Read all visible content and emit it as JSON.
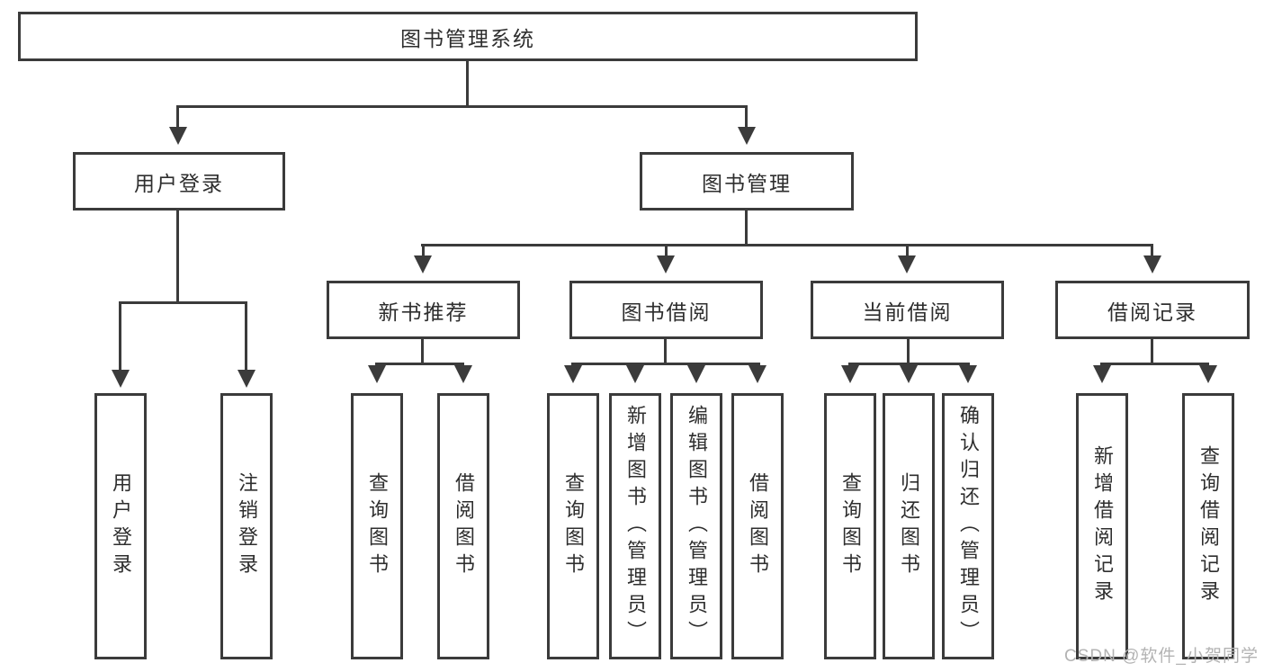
{
  "title": "图书管理系统",
  "level2": [
    {
      "label": "用户登录"
    },
    {
      "label": "图书管理"
    }
  ],
  "level3": [
    {
      "label": "新书推荐"
    },
    {
      "label": "图书借阅"
    },
    {
      "label": "当前借阅"
    },
    {
      "label": "借阅记录"
    }
  ],
  "level4": {
    "group1": [
      {
        "label": "用户登录"
      },
      {
        "label": "注销登录"
      }
    ],
    "group2": [
      {
        "label": "查询图书"
      },
      {
        "label": "借阅图书"
      }
    ],
    "group3": [
      {
        "label": "查询图书"
      },
      {
        "label": "新增图书（管理员）"
      },
      {
        "label": "编辑图书（管理员）"
      },
      {
        "label": "借阅图书"
      }
    ],
    "group4": [
      {
        "label": "查询图书"
      },
      {
        "label": "归还图书"
      },
      {
        "label": "确认归还（管理员）"
      }
    ],
    "group5": [
      {
        "label": "新增借阅记录"
      },
      {
        "label": "查询借阅记录"
      }
    ]
  },
  "watermark": "CSDN @软件_小贺同学",
  "colors": {
    "line": "#3b3b3b",
    "text": "#2e2e2e",
    "watermark": "#b3b3b3",
    "background": "#ffffff"
  }
}
